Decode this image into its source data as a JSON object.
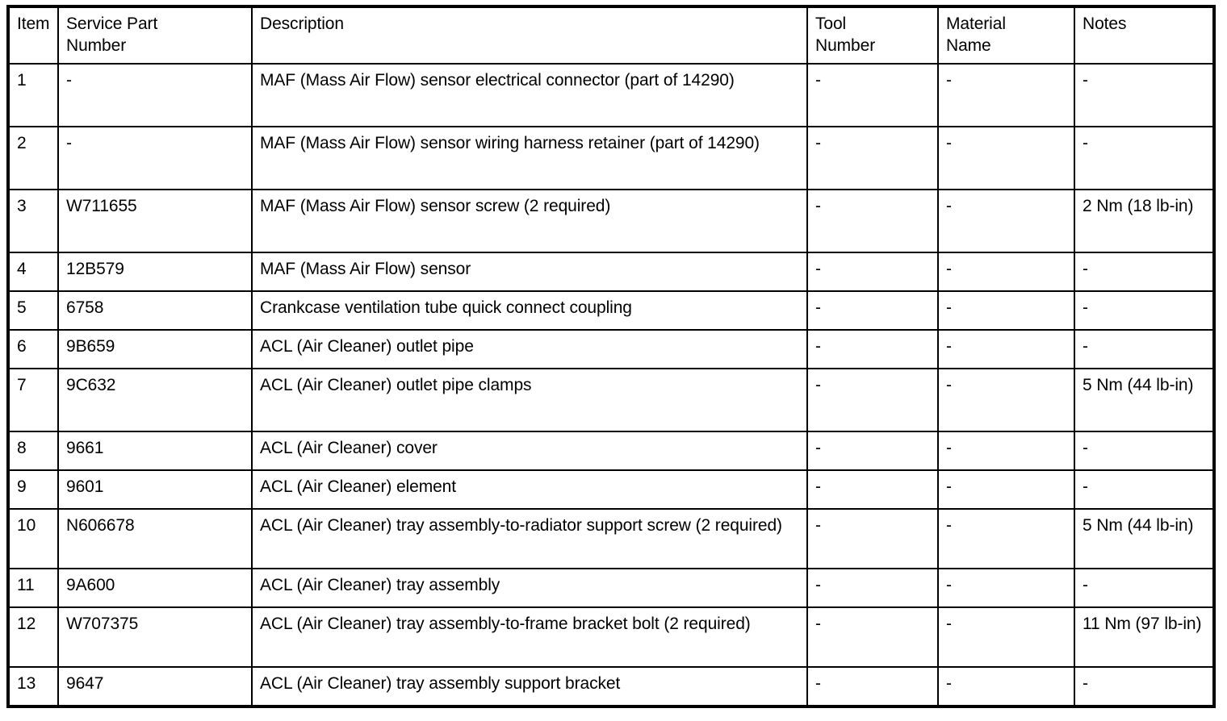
{
  "table": {
    "columns": [
      {
        "key": "item",
        "label": "Item"
      },
      {
        "key": "part",
        "label": "Service Part\nNumber"
      },
      {
        "key": "desc",
        "label": "Description"
      },
      {
        "key": "tool",
        "label": "Tool\nNumber"
      },
      {
        "key": "material",
        "label": "Material\nName"
      },
      {
        "key": "notes",
        "label": "Notes"
      }
    ],
    "header": {
      "item": "Item",
      "part_line1": "Service Part",
      "part_line2": "Number",
      "desc": "Description",
      "tool_line1": "Tool",
      "tool_line2": "Number",
      "material_line1": "Material",
      "material_line2": "Name",
      "notes": "Notes"
    },
    "rows": [
      {
        "item": "1",
        "part": "-",
        "desc": "MAF (Mass Air Flow) sensor electrical connector (part of 14290)",
        "tool": "-",
        "material": "-",
        "notes": "-"
      },
      {
        "item": "2",
        "part": "-",
        "desc": "MAF (Mass Air Flow) sensor wiring harness retainer (part of 14290)",
        "tool": "-",
        "material": "-",
        "notes": "-"
      },
      {
        "item": "3",
        "part": "W711655",
        "desc": "MAF (Mass Air Flow) sensor screw (2 required)",
        "tool": "-",
        "material": "-",
        "notes": "2 Nm (18 lb-in)"
      },
      {
        "item": "4",
        "part": "12B579",
        "desc": "MAF (Mass Air Flow) sensor",
        "tool": "-",
        "material": "-",
        "notes": "-"
      },
      {
        "item": "5",
        "part": "6758",
        "desc": "Crankcase ventilation tube quick connect coupling",
        "tool": "-",
        "material": "-",
        "notes": "-"
      },
      {
        "item": "6",
        "part": "9B659",
        "desc": "ACL (Air Cleaner) outlet pipe",
        "tool": "-",
        "material": "-",
        "notes": "-"
      },
      {
        "item": "7",
        "part": "9C632",
        "desc": "ACL (Air Cleaner) outlet pipe clamps",
        "tool": "-",
        "material": "-",
        "notes": "5 Nm (44 lb-in)"
      },
      {
        "item": "8",
        "part": "9661",
        "desc": "ACL (Air Cleaner) cover",
        "tool": "-",
        "material": "-",
        "notes": "-"
      },
      {
        "item": "9",
        "part": "9601",
        "desc": "ACL (Air Cleaner) element",
        "tool": "-",
        "material": "-",
        "notes": "-"
      },
      {
        "item": "10",
        "part": "N606678",
        "desc": "ACL (Air Cleaner) tray assembly-to-radiator support screw (2 required)",
        "tool": "-",
        "material": "-",
        "notes": "5 Nm (44 lb-in)"
      },
      {
        "item": "11",
        "part": "9A600",
        "desc": "ACL (Air Cleaner) tray assembly",
        "tool": "-",
        "material": "-",
        "notes": "-"
      },
      {
        "item": "12",
        "part": "W707375",
        "desc": "ACL (Air Cleaner) tray assembly-to-frame bracket bolt (2 required)",
        "tool": "-",
        "material": "-",
        "notes": "11 Nm (97 lb-in)"
      },
      {
        "item": "13",
        "part": "9647",
        "desc": "ACL (Air Cleaner) tray assembly support bracket",
        "tool": "-",
        "material": "-",
        "notes": "-"
      }
    ]
  },
  "colors": {
    "border": "#000000",
    "text": "#000000",
    "background": "#ffffff"
  }
}
